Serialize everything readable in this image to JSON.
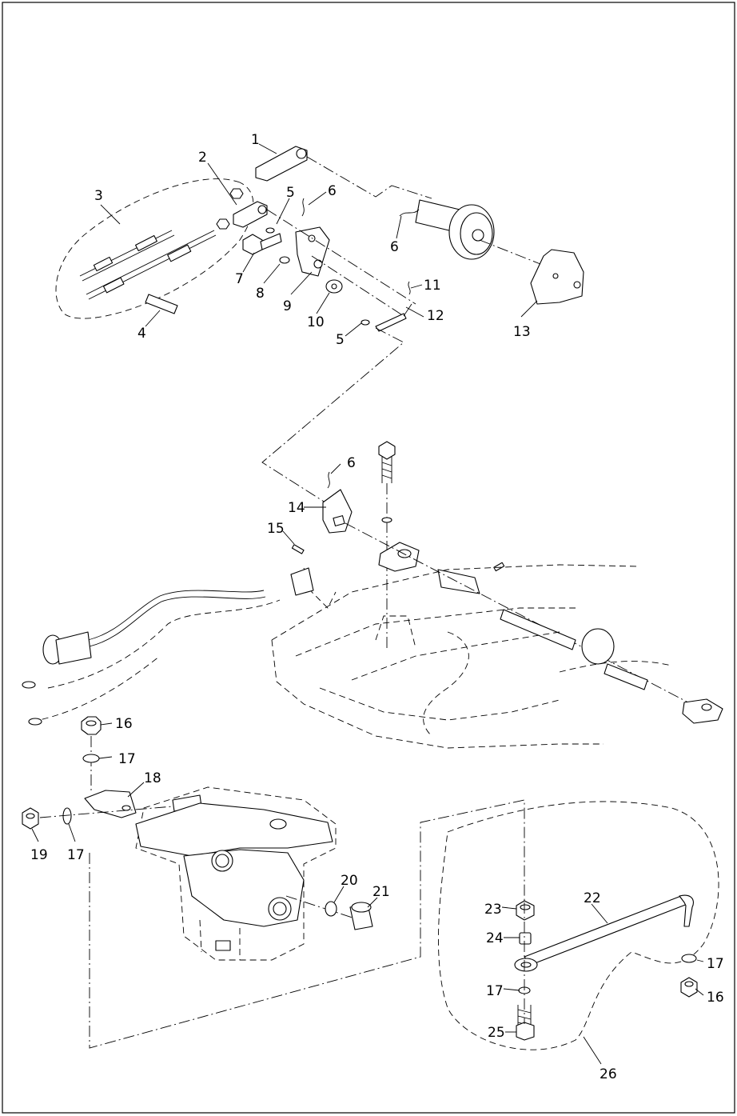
{
  "callouts": [
    {
      "id": "c1",
      "text": "1"
    },
    {
      "id": "c2",
      "text": "2"
    },
    {
      "id": "c3",
      "text": "3"
    },
    {
      "id": "c4",
      "text": "4"
    },
    {
      "id": "c5a",
      "text": "5"
    },
    {
      "id": "c5b",
      "text": "5"
    },
    {
      "id": "c6a",
      "text": "6"
    },
    {
      "id": "c6b",
      "text": "6"
    },
    {
      "id": "c6c",
      "text": "6"
    },
    {
      "id": "c7",
      "text": "7"
    },
    {
      "id": "c8",
      "text": "8"
    },
    {
      "id": "c9",
      "text": "9"
    },
    {
      "id": "c10",
      "text": "10"
    },
    {
      "id": "c11",
      "text": "11"
    },
    {
      "id": "c12",
      "text": "12"
    },
    {
      "id": "c13",
      "text": "13"
    },
    {
      "id": "c14",
      "text": "14"
    },
    {
      "id": "c15",
      "text": "15"
    },
    {
      "id": "c16a",
      "text": "16"
    },
    {
      "id": "c16b",
      "text": "16"
    },
    {
      "id": "c17a",
      "text": "17"
    },
    {
      "id": "c17b",
      "text": "17"
    },
    {
      "id": "c17c",
      "text": "17"
    },
    {
      "id": "c17d",
      "text": "17"
    },
    {
      "id": "c18",
      "text": "18"
    },
    {
      "id": "c19",
      "text": "19"
    },
    {
      "id": "c20",
      "text": "20"
    },
    {
      "id": "c21",
      "text": "21"
    },
    {
      "id": "c22",
      "text": "22"
    },
    {
      "id": "c23",
      "text": "23"
    },
    {
      "id": "c24",
      "text": "24"
    },
    {
      "id": "c25",
      "text": "25"
    },
    {
      "id": "c26",
      "text": "26"
    }
  ]
}
